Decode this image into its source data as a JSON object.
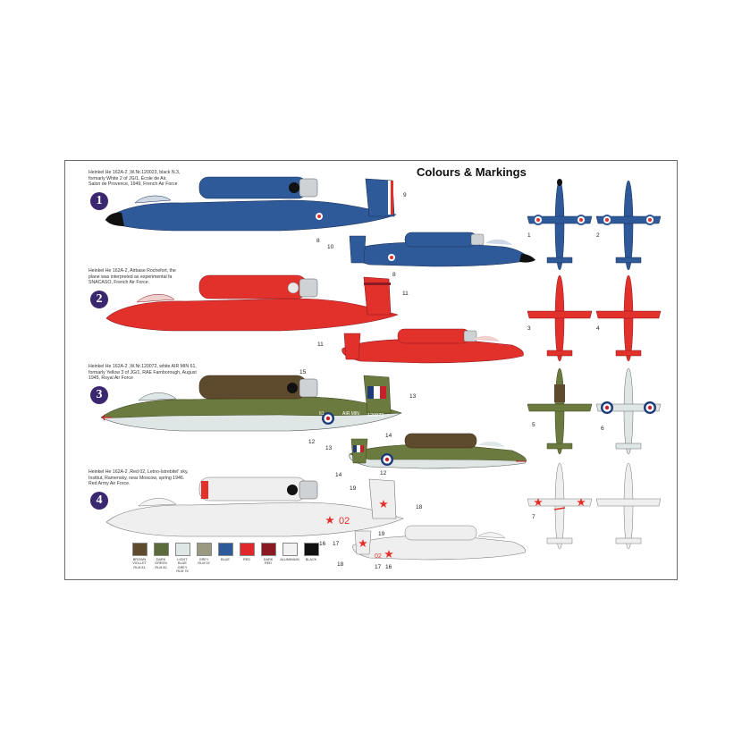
{
  "title": "Colours & Markings",
  "schemes": [
    {
      "number": "1",
      "desc": "Heinkel He 162A-2 ,W.Nr.120023, black N.3,\nformarly White 2 of JG/1, École de Air,\nSalon de Provence, 1949, French Air Force"
    },
    {
      "number": "2",
      "desc": "Heinkel He 162A-2, Airbase Rochefort, the\nplane was interpreted as experimental fa\nSNACASO, French Air Force."
    },
    {
      "number": "3",
      "desc": "Heinkel He 162A-2 ,W.Nr.120072, white AIR MIN 61,\nformarly Yellow 3 of JG/1, RAE Farnborough, August\n1945, Royal Air Force"
    },
    {
      "number": "4",
      "desc": "Heinkel He 162A-2 ,Red 02, Letno-Istrebitel' sky,\nInstitut, Ramensky, near Moscow, spring 1946.\nRed Army Air Force."
    }
  ],
  "markings": {
    "raf_serial": "120072",
    "raf_code": "AIR MIN",
    "raf_code_num": "61",
    "soviet_code": "02",
    "soviet_code_small": "02"
  },
  "callouts": {
    "c1": "1",
    "c2": "2",
    "c3": "3",
    "c4": "4",
    "c5": "5",
    "c6": "6",
    "c7": "7",
    "c8a": "8",
    "c8b": "8",
    "c9": "9",
    "c10": "10",
    "c11a": "11",
    "c11b": "11",
    "c12a": "12",
    "c12b": "12",
    "c13a": "13",
    "c13b": "13",
    "c14a": "14",
    "c14b": "14",
    "c15": "15",
    "c16a": "16",
    "c16b": "16",
    "c17a": "17",
    "c17b": "17",
    "c18a": "18",
    "c18b": "18",
    "c19a": "19",
    "c19b": "19"
  },
  "swatches": [
    {
      "label": "BROWN\nVIOLLET\nRLM 81",
      "color": "#5e4a2c"
    },
    {
      "label": "DARK\nGREEN\nRLM 82",
      "color": "#5b6b3a"
    },
    {
      "label": "LIGHT\nBLUE\nGREY\nRLM 76",
      "color": "#dfe6e6"
    },
    {
      "label": "GREY\nRLM 02",
      "color": "#9a9a80"
    },
    {
      "label": "BLUE",
      "color": "#2f5a9a"
    },
    {
      "label": "RED",
      "color": "#e0282a"
    },
    {
      "label": "DARK\nRED",
      "color": "#8b1a22"
    },
    {
      "label": "ALUMINIUM",
      "color": "#f2f2f2"
    },
    {
      "label": "BLACK",
      "color": "#111111"
    }
  ],
  "colors": {
    "french_blue": "#2f5a9a",
    "red": "#e2302b",
    "rlm81": "#5e4a2c",
    "rlm82": "#6b7a3e",
    "rlm76": "#dfe6e6",
    "aluminium": "#efefef",
    "badge": "#3b2670"
  }
}
